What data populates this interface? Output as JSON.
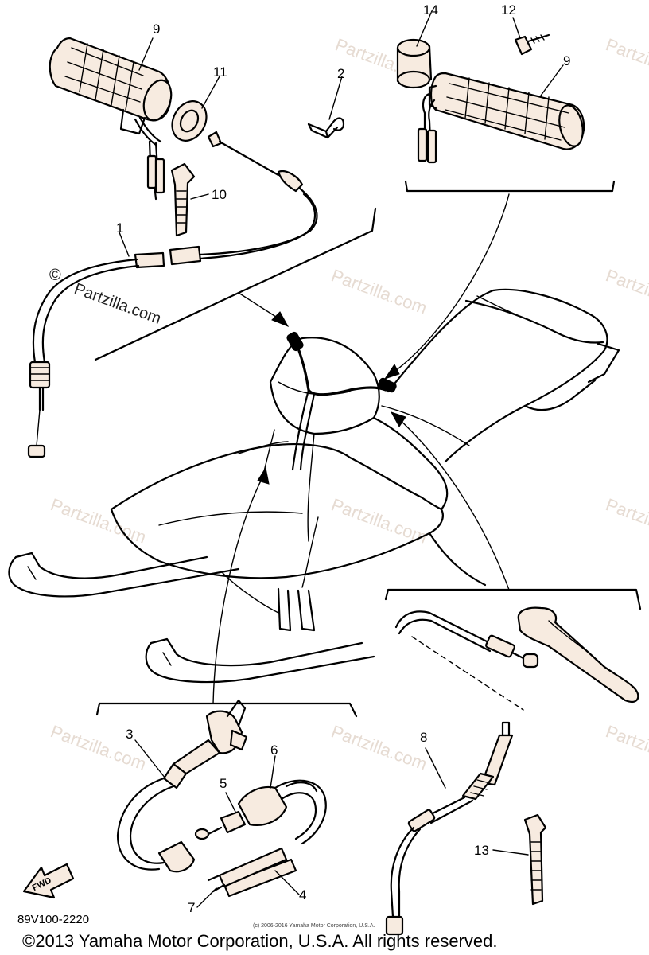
{
  "diagram": {
    "callouts": {
      "c1": "1",
      "c2": "2",
      "c3": "3",
      "c4": "4",
      "c5": "5",
      "c6": "6",
      "c7": "7",
      "c8": "8",
      "c9a": "9",
      "c9b": "9",
      "c10": "10",
      "c11": "11",
      "c12": "12",
      "c13": "13",
      "c14": "14"
    },
    "watermark_text": "Partzilla.com",
    "watermark_symbol": "©",
    "fwd_label": "FWD",
    "drawing_code": "89V100-2220",
    "small_copyright": "(c) 2006-2016 Yamaha Motor Corporation, U.S.A.",
    "copyright": "©2013 Yamaha Motor Corporation, U.S.A. All rights reserved."
  }
}
